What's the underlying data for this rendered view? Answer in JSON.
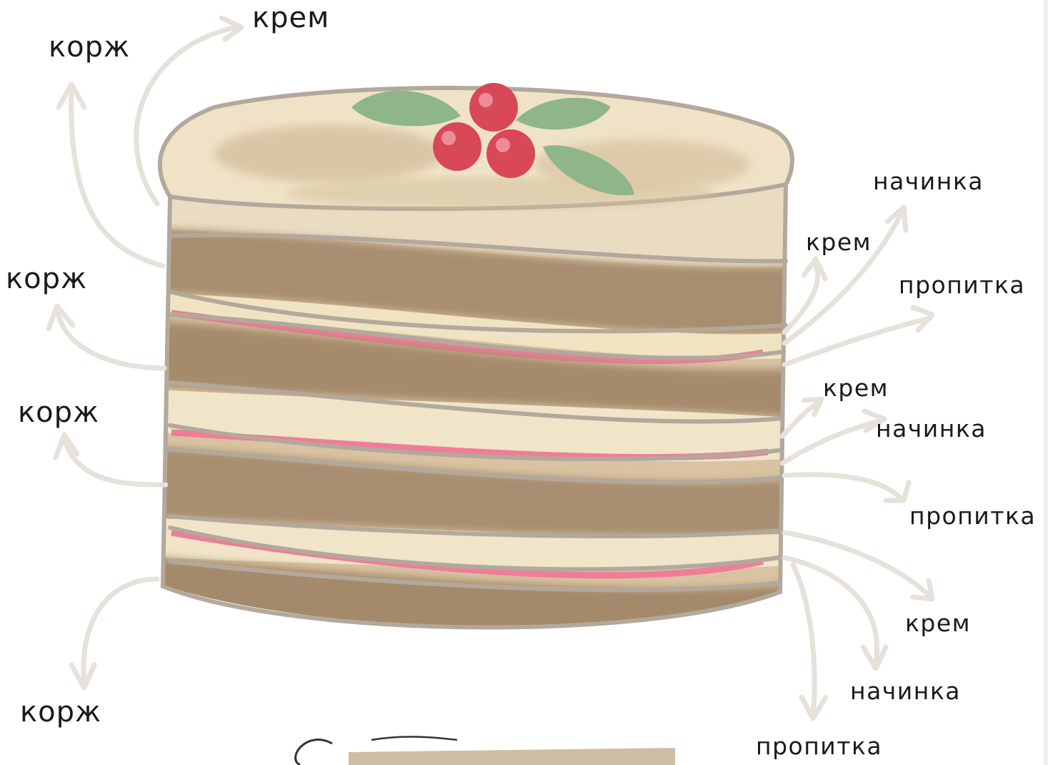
{
  "diagram": {
    "labels": {
      "korzh_1": "корж",
      "krem_top": "крем",
      "korzh_2": "корж",
      "korzh_3": "корж",
      "korzh_4": "корж",
      "nachinka_1": "начинка",
      "krem_r1": "крем",
      "propitka_1": "пропитка",
      "krem_r2": "крем",
      "nachinka_2": "начинка",
      "propitka_2": "пропитка",
      "krem_r3": "крем",
      "nachinka_3": "начинка",
      "propitka_3": "пропитка"
    },
    "colors": {
      "outline": "#b3a89c",
      "arrow": "#e6e1da",
      "sponge": "#a48c70",
      "cream": "#eee3c3",
      "filling": "#ef7d98",
      "leaf": "#8fb688",
      "berry": "#d94856"
    }
  }
}
